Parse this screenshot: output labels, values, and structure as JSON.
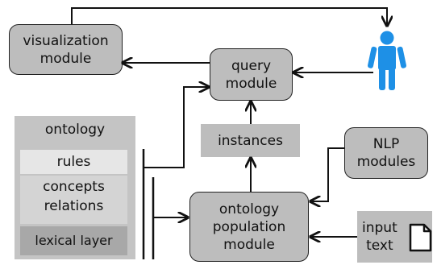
{
  "nodes": {
    "visualization": "visualization\nmodule",
    "query": "query\nmodule",
    "instances": "instances",
    "nlp": "NLP\nmodules",
    "population": "ontology\npopulation\nmodule",
    "input": "input\ntext"
  },
  "ontology": {
    "title": "ontology",
    "rules": "rules",
    "concepts": "concepts\nrelations",
    "lexical": "lexical layer"
  },
  "icons": {
    "user": "user-icon",
    "document": "document-icon"
  },
  "colors": {
    "node_fill": "#bdbdbd",
    "user_blue": "#1e90e6",
    "line": "#111111"
  }
}
